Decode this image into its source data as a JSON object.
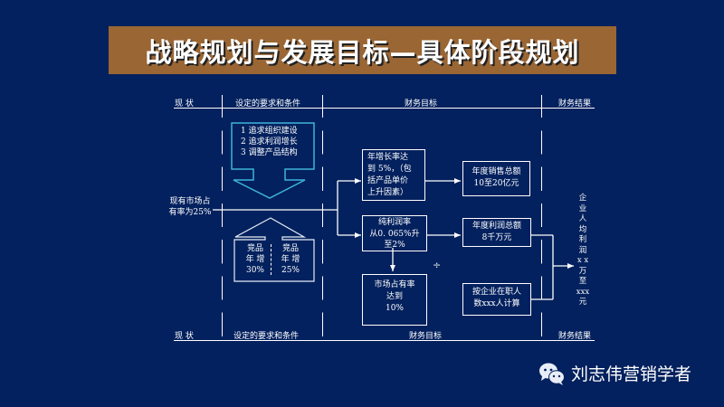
{
  "title": "战略规划与发展目标—具体阶段规划",
  "header_top": {
    "col1": "现    状",
    "col2": "设定的要求和条件",
    "col3": "财务目标",
    "col4": "财务结果"
  },
  "header_bottom": {
    "col1": "现    状",
    "col2": "设定的要求和条件",
    "col3": "财务目标",
    "col4": "财务结果"
  },
  "current_state": {
    "line1": "现有市场占",
    "line2": "有率为25%"
  },
  "requirements_arrow_down": {
    "items": [
      "1 追求组织建设",
      "2 追求利润增长",
      "3 调整产品结构"
    ]
  },
  "conditions_arrow_up": {
    "left": {
      "line1": "竞品",
      "line2": "年 增",
      "line3": "30%"
    },
    "right": {
      "line1": "竞品",
      "line2": "年 增",
      "line3": "25%"
    }
  },
  "financial_goals": {
    "growth_box": {
      "lines": [
        "年增长率达",
        "到 5%，（包",
        "括产品单价",
        "上升因素）"
      ]
    },
    "net_profit_box": {
      "lines": [
        "纯利润率",
        "从0. 065%升",
        "至2%"
      ]
    },
    "market_share_box": {
      "lines": [
        "市场占有率",
        "达到",
        "10%"
      ]
    },
    "sales_box": {
      "lines": [
        "年度销售总额",
        "10至20亿元"
      ]
    },
    "profit_box": {
      "lines": [
        "年度利润总额",
        "8千万元"
      ]
    },
    "per_employee_box": {
      "lines": [
        "按企业在职人",
        "数xxx人计算"
      ]
    },
    "divide_symbol": "÷"
  },
  "financial_result": {
    "chars": [
      "企",
      "业",
      "人",
      "均",
      "利",
      "润",
      "x x",
      "万",
      "至",
      "xxx",
      "元"
    ]
  },
  "watermark": {
    "icon": "wechat-icon",
    "text": "刘志伟营销学者"
  },
  "colors": {
    "background": "#03215e",
    "title_bar": "#9a6634",
    "arrow_down_outline": "#3fb3d9",
    "lines": "#ffffff"
  }
}
